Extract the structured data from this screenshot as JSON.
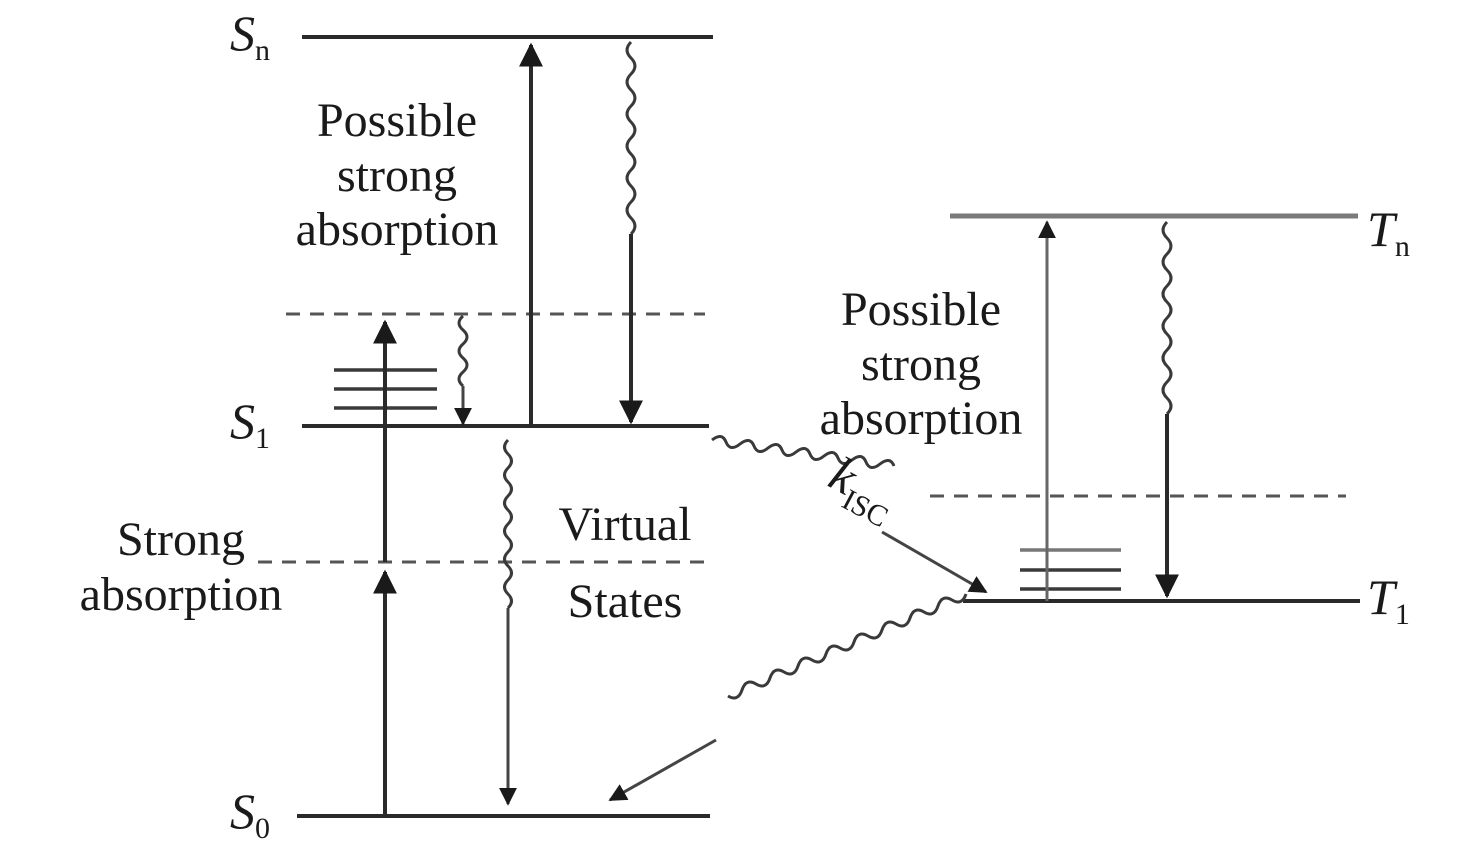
{
  "diagram": {
    "type": "Jablonski energy-level diagram",
    "levels": {
      "Sn": {
        "main": "S",
        "sub": "n"
      },
      "S1": {
        "main": "S",
        "sub": "1"
      },
      "S0": {
        "main": "S",
        "sub": "0"
      },
      "Tn": {
        "main": "T",
        "sub": "n"
      },
      "T1": {
        "main": "T",
        "sub": "1"
      }
    },
    "labels": {
      "singlet_excited_absorption": [
        "Possible",
        "strong",
        "absorption"
      ],
      "triplet_excited_absorption": [
        "Possible",
        "strong",
        "absorption"
      ],
      "ground_absorption": [
        "Strong",
        "absorption"
      ],
      "virtual_states": [
        "Virtual",
        "States"
      ],
      "isc_rate": {
        "main": "k",
        "sub": "ISC"
      }
    },
    "transitions": [
      {
        "from": "S0",
        "to": "virtual",
        "kind": "absorption"
      },
      {
        "from": "virtual",
        "to": "S1 upper vibrational",
        "kind": "absorption"
      },
      {
        "from": "S1 upper vibrational",
        "to": "S1",
        "kind": "vibrational relaxation"
      },
      {
        "from": "S1",
        "to": "Sn",
        "kind": "excited-state absorption"
      },
      {
        "from": "Sn",
        "to": "S1",
        "kind": "internal conversion"
      },
      {
        "from": "S1",
        "to": "S0",
        "kind": "nonradiative decay"
      },
      {
        "from": "S1",
        "to": "T1",
        "kind": "intersystem crossing"
      },
      {
        "from": "T1",
        "to": "Tn",
        "kind": "excited-state absorption"
      },
      {
        "from": "Tn",
        "to": "T1",
        "kind": "internal conversion"
      },
      {
        "from": "T1",
        "to": "S0",
        "kind": "phosphorescence / nonradiative"
      }
    ]
  }
}
